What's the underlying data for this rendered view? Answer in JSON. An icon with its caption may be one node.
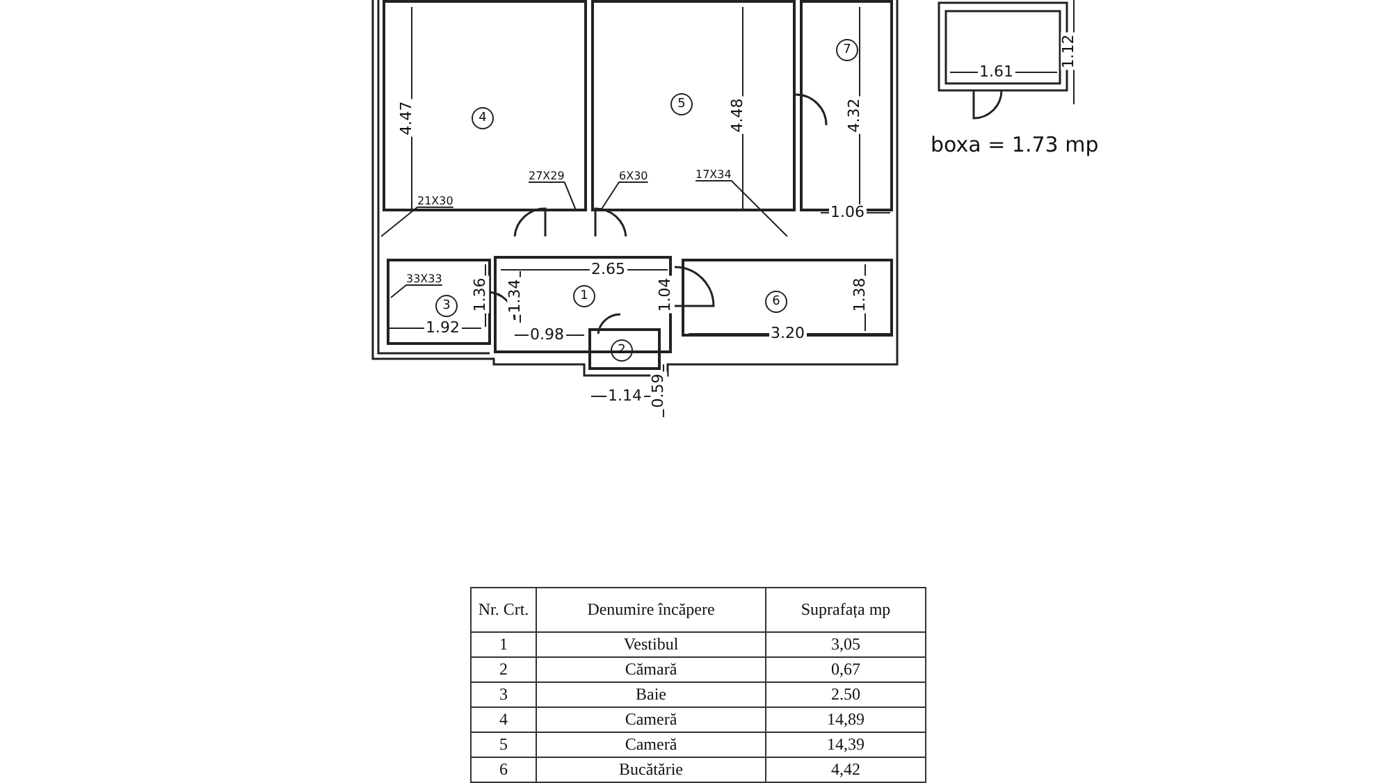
{
  "diagram": {
    "nodes": [
      {
        "text": [
          "4"
        ]
      },
      {
        "text": [
          "5"
        ]
      },
      {
        "text": [
          "7"
        ]
      },
      {
        "text": [
          "3"
        ]
      },
      {
        "text": [
          "1"
        ]
      },
      {
        "text": [
          "6"
        ]
      },
      {
        "text": [
          "2"
        ]
      },
      {
        "text": [
          "21X30"
        ],
        "in": 0
      },
      {
        "text": [
          "27X29"
        ],
        "in": 0
      },
      {
        "text": [
          "6X30"
        ],
        "in": 1
      },
      {
        "text": [
          "17X34"
        ],
        "in": 1
      },
      {
        "text": [
          "33X33"
        ],
        "in": 3
      }
    ],
    "edges": [
      {
        "from": 7,
        "to": null,
        "arrow": "none"
      },
      {
        "from": 8,
        "to": 0,
        "arrow": "none"
      },
      {
        "from": 9,
        "to": 1,
        "arrow": "none"
      },
      {
        "from": 10,
        "to": null,
        "arrow": "none"
      },
      {
        "from": 11,
        "to": null,
        "arrow": "none"
      }
    ],
    "labels": [
      "4.47",
      "4.48",
      "4.32",
      "1.12",
      "1.61",
      "boxa = 1.73 mp",
      "1.06",
      "2.65",
      "1.36",
      "1.34",
      "1.04",
      "1.38",
      "1.92",
      "0.98",
      "3.20",
      "0.59",
      "1.14",
      "Nr. Crt.",
      "Denumire încăpere",
      "Suprafața mp",
      "1",
      "Vestibul",
      "3,05",
      "2",
      "Cămară",
      "0,67",
      "3",
      "Baie",
      "2.50",
      "4",
      "Cameră",
      "14,89",
      "5",
      "Cameră",
      "14,39",
      "6",
      "Bucătărie",
      "4,42"
    ]
  }
}
